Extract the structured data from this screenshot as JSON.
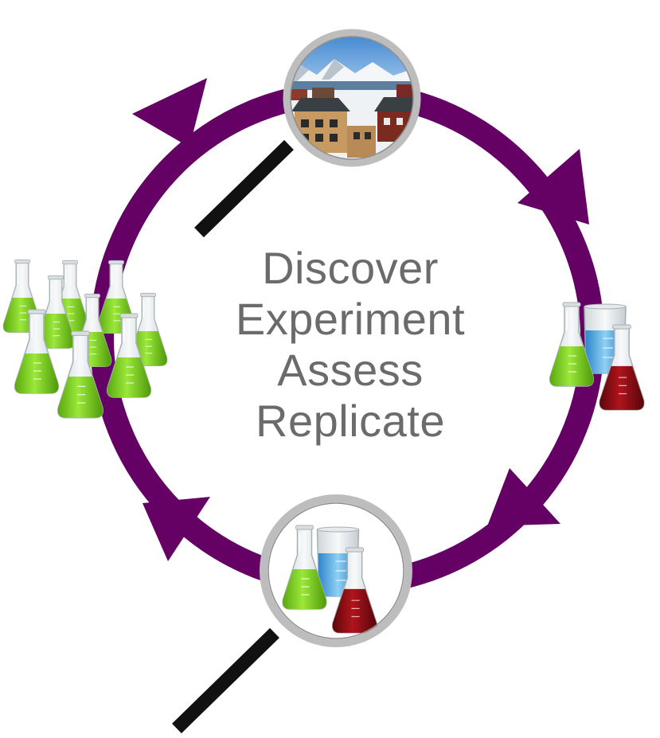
{
  "stages": [
    "Discover",
    "Experiment",
    "Assess",
    "Replicate"
  ],
  "colors": {
    "cycle": "#650065",
    "text": "#6b6b6b",
    "lens_rim": "#bdbdbd",
    "handle": "#111111",
    "green_liquid": "#7ccf1e",
    "blue_liquid": "#4aa6e0",
    "red_liquid": "#8c0f16"
  },
  "icons": {
    "top_lens": "magnifier-town-photo-icon",
    "right_group": "flask-trio-icon",
    "bottom_lens": "magnifier-flask-trio-icon",
    "left_group": "green-flask-cluster-icon",
    "arrows": "cycle-arrow-icon"
  }
}
